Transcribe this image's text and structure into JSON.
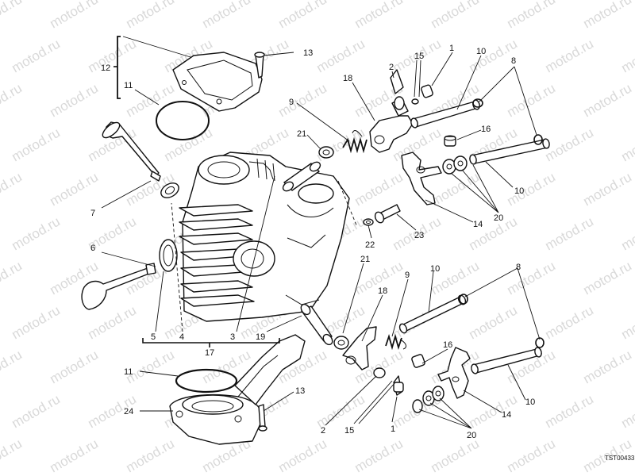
{
  "watermark": "motod.ru",
  "drawing_code": "TST00433",
  "callouts": {
    "c1a": "1",
    "c2a": "2",
    "c15a": "15",
    "c10a": "10",
    "c8a": "8",
    "c13a": "13",
    "c12": "12",
    "c11a": "11",
    "c18a": "18",
    "c9a": "9",
    "c21a": "21",
    "c16a": "16",
    "c10b": "10",
    "c20a": "20",
    "c14a": "14",
    "c7": "7",
    "c22": "22",
    "c23": "23",
    "c6": "6",
    "c21b": "21",
    "c10c": "10",
    "c8b": "8",
    "c18b": "18",
    "c9b": "9",
    "c5": "5",
    "c4": "4",
    "c3": "3",
    "c19": "19",
    "c17": "17",
    "c16b": "16",
    "c11b": "11",
    "c13b": "13",
    "c10d": "10",
    "c24": "24",
    "c14b": "14",
    "c2b": "2",
    "c15b": "15",
    "c1b": "1",
    "c20b": "20"
  }
}
